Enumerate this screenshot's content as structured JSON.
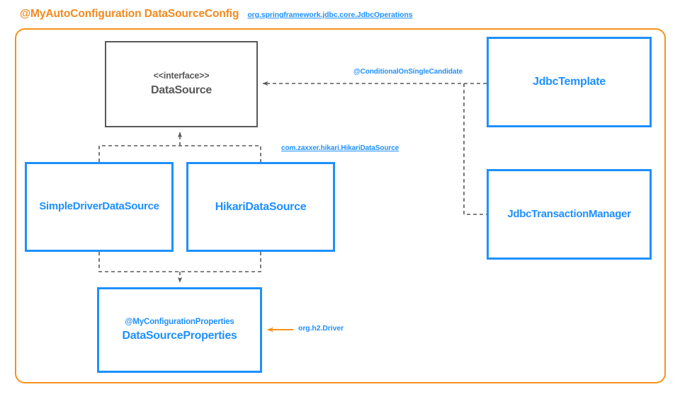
{
  "header": {
    "title": "@MyAutoConfiguration DataSourceConfig",
    "subtitle": "org.springframework.jdbc.core.JdbcOperations"
  },
  "colors": {
    "orange": "#f5921e",
    "blue": "#1e90ff",
    "gray": "#595959",
    "background": "#ffffff"
  },
  "nodes": {
    "datasource": {
      "stereotype": "« interface »",
      "stereotype_literal": "<<interface>>",
      "title": "DataSource",
      "style": "gray"
    },
    "simple_driver_data_source": {
      "title": "SimpleDriverDataSource",
      "style": "blue"
    },
    "hikari_data_source": {
      "title": "HikariDataSource",
      "style": "blue"
    },
    "data_source_properties": {
      "annotation": "@MyConfigurationProperties",
      "title": "DataSourceProperties",
      "style": "blue"
    },
    "jdbc_template": {
      "title": "JdbcTemplate",
      "style": "blue"
    },
    "jdbc_transaction_manager": {
      "title": "JdbcTransactionManager",
      "style": "blue"
    }
  },
  "edge_labels": {
    "conditional_on_single_candidate": "@ConditionalOnSingleCandidate",
    "hikari_fqn": "com.zaxxer.hikari.HikariDataSource",
    "h2_driver": "org.h2.Driver"
  },
  "edges": [
    {
      "from": "jdbc_template",
      "to": "datasource",
      "style": "dashed",
      "label": "@ConditionalOnSingleCandidate"
    },
    {
      "from": "jdbc_template",
      "to": "jdbc_transaction_manager",
      "style": "dashed",
      "label": ""
    },
    {
      "from": "simple_driver_data_source",
      "to": "datasource",
      "style": "dashed",
      "label": ""
    },
    {
      "from": "hikari_data_source",
      "to": "datasource",
      "style": "dashed",
      "label": "com.zaxxer.hikari.HikariDataSource"
    },
    {
      "from": "simple_driver_data_source",
      "to": "data_source_properties",
      "style": "dashed",
      "label": ""
    },
    {
      "from": "hikari_data_source",
      "to": "data_source_properties",
      "style": "dashed",
      "label": ""
    },
    {
      "from": "external",
      "to": "data_source_properties",
      "style": "solid-orange",
      "label": "org.h2.Driver"
    }
  ]
}
